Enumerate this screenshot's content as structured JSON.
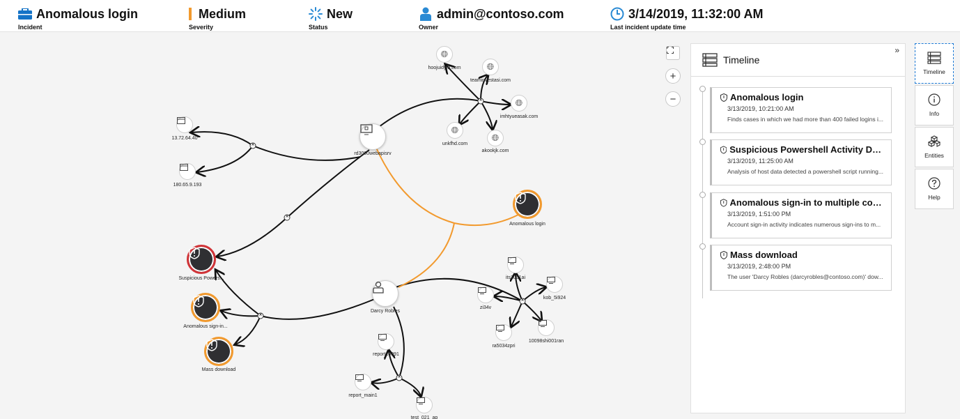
{
  "header": {
    "incident": {
      "value": "Anomalous login",
      "label": "Incident",
      "icon": "briefcase-icon"
    },
    "severity": {
      "value": "Medium",
      "label": "Severity",
      "color": "#f29a2e"
    },
    "status": {
      "value": "New",
      "label": "Status",
      "icon": "spinner-icon"
    },
    "owner": {
      "value": "admin@contoso.com",
      "label": "Owner",
      "icon": "user-icon"
    },
    "updated": {
      "value": "3/14/2019, 11:32:00 AM",
      "label": "Last incident update time",
      "icon": "clock-icon"
    }
  },
  "graph": {
    "nodes": {
      "ip1": "13.72.64.40",
      "ip2": "180.65.9.193",
      "server": "rd3000webapisrv",
      "d1": "hoojuidyth.com",
      "d2": "teaminvestasi.com",
      "d3": "imhtyueasak.com",
      "d4": "unkfhd.com",
      "d5": "akookjk.com",
      "alert_login": "Anomalous login",
      "alert_ps": "Suspicious Powers...",
      "alert_signin": "Anomalous sign-in...",
      "alert_mass": "Mass download",
      "user": "Darcy Robles",
      "c1": "its2001ai",
      "c2": "kob_5i924",
      "c3": "zi34v",
      "c4": "ra5034zpri",
      "c5": "10098shi001ran",
      "r1": "report10991",
      "r2": "report_main1",
      "r3": "test_021_ap"
    },
    "colors": {
      "edge": "#111111",
      "alert_edge": "#f29a2e",
      "alert_ring": "#f29a2e",
      "alert_ring_red": "#d13438"
    }
  },
  "timeline": {
    "title": "Timeline",
    "collapse": "»",
    "items": [
      {
        "title": "Anomalous login",
        "date": "3/13/2019, 10:21:00 AM",
        "desc": "Finds cases in which we had more than 400 failed logins i..."
      },
      {
        "title": "Suspicious Powershell Activity Detec...",
        "date": "3/13/2019, 11:25:00 AM",
        "desc": "Analysis of host data detected a powershell script running..."
      },
      {
        "title": "Anomalous sign-in to multiple comp...",
        "date": "3/13/2019, 1:51:00 PM",
        "desc": "Account sign-in activity indicates numerous sign-ins to m..."
      },
      {
        "title": "Mass download",
        "date": "3/13/2019, 2:48:00 PM",
        "desc": "The user 'Darcy Robles (darcyrobles@contoso.com)' dow..."
      }
    ]
  },
  "rail": {
    "timeline": "Timeline",
    "info": "Info",
    "entities": "Entities",
    "help": "Help"
  }
}
